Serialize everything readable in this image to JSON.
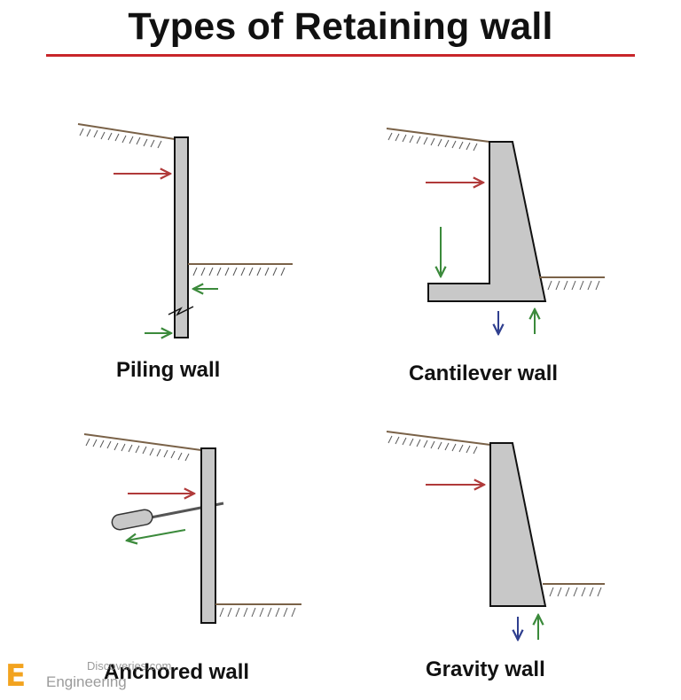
{
  "title": "Types of Retaining wall",
  "accent_color": "#c8262a",
  "captions": {
    "piling": "Piling wall",
    "cantilever": "Cantilever wall",
    "anchored": "Anchored wall",
    "gravity": "Gravity wall"
  },
  "watermark": {
    "logo_letter": "E",
    "line1": "Discoveries.com",
    "line2": "Engineering"
  },
  "colors": {
    "wall_fill": "#c8c8c8",
    "wall_stroke": "#111111",
    "arrow_red": "#b03a3a",
    "arrow_green": "#3b8a3b",
    "arrow_blue": "#2f3f8f",
    "ground": "#7a6248"
  }
}
